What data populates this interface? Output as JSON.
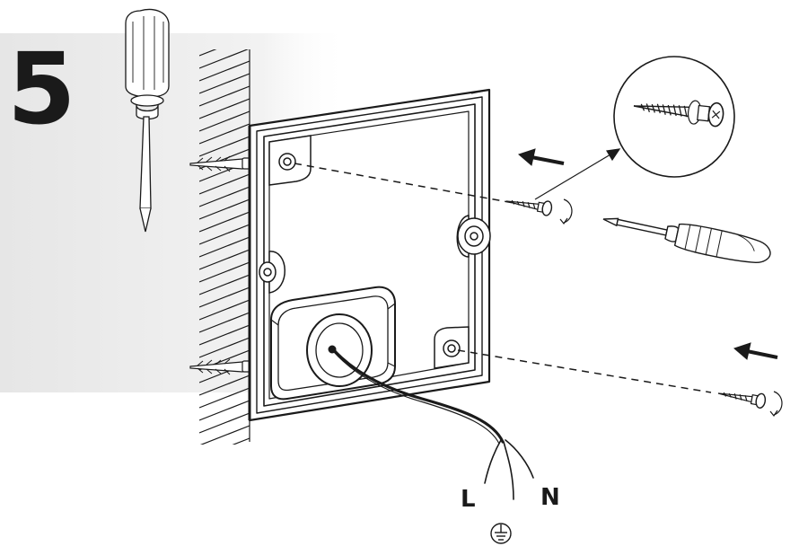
{
  "step": {
    "number": "5"
  },
  "wires": {
    "live": "L",
    "neutral": "N",
    "earth_symbol": "earth-ground-symbol"
  },
  "colors": {
    "ink": "#1a1a1a",
    "background_shade": "#e9e9e9",
    "paper": "#ffffff"
  },
  "icons": [
    "screwdriver-vertical-icon",
    "screwdriver-horizontal-icon",
    "wall-plug-icon",
    "screw-icon",
    "rotate-arrow-icon",
    "direction-arrow-icon",
    "magnifier-callout-icon",
    "earth-ground-icon"
  ]
}
